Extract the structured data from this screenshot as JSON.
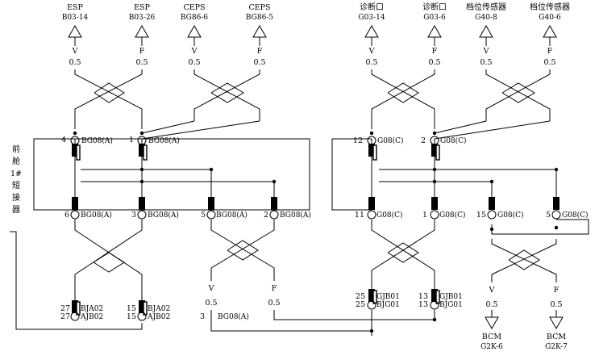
{
  "connectors_top": [
    {
      "name": "ESP",
      "code": "B03-14",
      "signal": "V",
      "size": "0.5"
    },
    {
      "name": "ESP",
      "code": "B03-26",
      "signal": "F",
      "size": "0.5"
    },
    {
      "name": "CEPS",
      "code": "BG86-6",
      "signal": "V",
      "size": "0.5"
    },
    {
      "name": "CEPS",
      "code": "BG86-5",
      "signal": "F",
      "size": "0.5"
    },
    {
      "name": "诊断口",
      "code": "G03-14",
      "signal": "V",
      "size": "0.5"
    },
    {
      "name": "诊断口",
      "code": "G03-6",
      "signal": "F",
      "size": "0.5"
    },
    {
      "name": "档位传感器",
      "code": "G40-8",
      "signal": "V",
      "size": "0.5"
    },
    {
      "name": "档位传感器",
      "code": "G40-6",
      "signal": "F",
      "size": "0.5"
    }
  ],
  "left_side_label": [
    "前",
    "舱",
    "1#",
    "短",
    "接",
    "器"
  ],
  "pins": {
    "bg08_top_left": {
      "num": "4",
      "conn": "BG08(A)"
    },
    "bg08_top_right": {
      "num": "1",
      "conn": "BG08(A)"
    },
    "bg08_mid_1": {
      "num": "6",
      "conn": "BG08(A)"
    },
    "bg08_mid_2": {
      "num": "3",
      "conn": "BG08(A)"
    },
    "bg08_mid_3": {
      "num": "5",
      "conn": "BG08(A)"
    },
    "bg08_mid_4": {
      "num": "2",
      "conn": "BG08(A)"
    },
    "g08_top_left": {
      "num": "12",
      "conn": "G08(C)"
    },
    "g08_top_right": {
      "num": "2",
      "conn": "G08(C)"
    },
    "g08_mid_1": {
      "num": "11",
      "conn": "G08(C)"
    },
    "g08_mid_2": {
      "num": "1",
      "conn": "G08(C)"
    },
    "g08_mid_3": {
      "num": "15",
      "conn": "G08(C)"
    },
    "g08_mid_4": {
      "num": "5",
      "conn": "G08(C)"
    },
    "bja02": {
      "num_a": "27",
      "num_b": "27",
      "conn_a": "BJA02",
      "conn_b": "AJB02"
    },
    "bja02_b": {
      "num_a": "15",
      "num_b": "15",
      "conn_a": "BJA02",
      "conn_b": "AJB02"
    },
    "gjb01": {
      "num_a": "25",
      "num_b": "25",
      "conn_a": "GJB01",
      "conn_b": "BJG01"
    },
    "gjb01_b": {
      "num_a": "13",
      "num_b": "13",
      "conn_a": "GJB01",
      "conn_b": "BJG01"
    }
  },
  "bottom_mid": {
    "v_signal": "V",
    "v_size": "0.5",
    "f_signal": "F",
    "f_size": "0.5",
    "pin_num": "3",
    "pin_conn": "BG08(A)"
  },
  "bottom_right": [
    {
      "signal": "V",
      "size": "0.5",
      "name": "BCM",
      "code": "G2K-6"
    },
    {
      "signal": "F",
      "size": "0.5",
      "name": "BCM",
      "code": "G2K-7"
    }
  ]
}
